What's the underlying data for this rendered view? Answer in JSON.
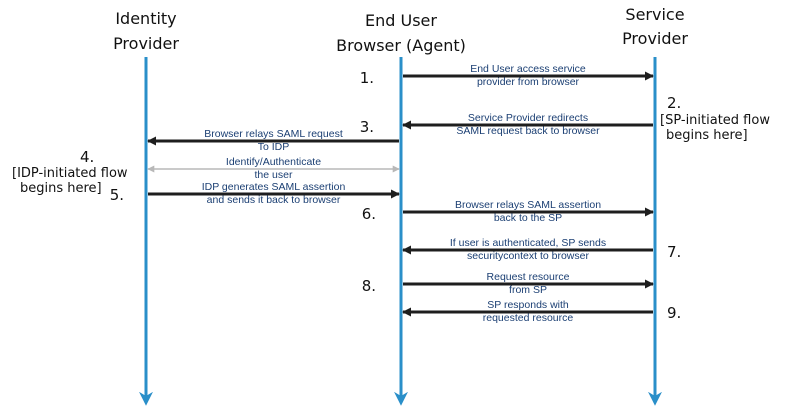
{
  "colors": {
    "lifeline": "#2a8fc9",
    "arrow": "#1e1e1e",
    "arrow_light": "#b8b8b8",
    "message_text": "#1b3f73"
  },
  "actors": [
    {
      "key": "idp",
      "lines": [
        "Identity",
        "Provider"
      ]
    },
    {
      "key": "browser",
      "lines": [
        "End User",
        "Browser (Agent)"
      ]
    },
    {
      "key": "sp",
      "lines": [
        "Service",
        "Provider"
      ]
    }
  ],
  "messages": [
    {
      "step": "1.",
      "from": "browser",
      "to": "sp",
      "lines": [
        "End User access service",
        "provider from browser"
      ],
      "style": "dark"
    },
    {
      "step": "",
      "from": "sp",
      "to": "browser",
      "lines": [
        "Service Provider redirects",
        "SAML request back to browser"
      ],
      "style": "dark"
    },
    {
      "step": "3.",
      "from": "browser",
      "to": "idp",
      "lines": [
        "Browser relays SAML request",
        "To IDP"
      ],
      "style": "dark"
    },
    {
      "step": "",
      "from": "idp",
      "to": "browser",
      "lines": [
        "Identify/Authenticate",
        "the user"
      ],
      "style": "light"
    },
    {
      "step": "5.",
      "from": "idp",
      "to": "browser",
      "lines": [
        "IDP generates SAML assertion",
        "and sends it back to browser"
      ],
      "style": "dark"
    },
    {
      "step": "6.",
      "from": "browser",
      "to": "sp",
      "lines": [
        "Browser relays SAML assertion",
        "back to the SP"
      ],
      "style": "dark"
    },
    {
      "step": "7.",
      "from": "sp",
      "to": "browser",
      "lines": [
        "If user is authenticated, SP sends",
        "securitycontext to browser"
      ],
      "style": "dark"
    },
    {
      "step": "8.",
      "from": "browser",
      "to": "sp",
      "lines": [
        "Request resource",
        "from SP"
      ],
      "style": "dark"
    },
    {
      "step": "9.",
      "from": "sp",
      "to": "browser",
      "lines": [
        "SP responds with",
        "requested resource"
      ],
      "style": "dark"
    }
  ],
  "notes": [
    {
      "key": "sp_initiated",
      "step": "2.",
      "lines": [
        "[SP-initiated flow",
        "begins here]"
      ]
    },
    {
      "key": "idp_initiated",
      "step": "4.",
      "lines": [
        "[IDP-initiated flow",
        "begins here]"
      ]
    }
  ]
}
